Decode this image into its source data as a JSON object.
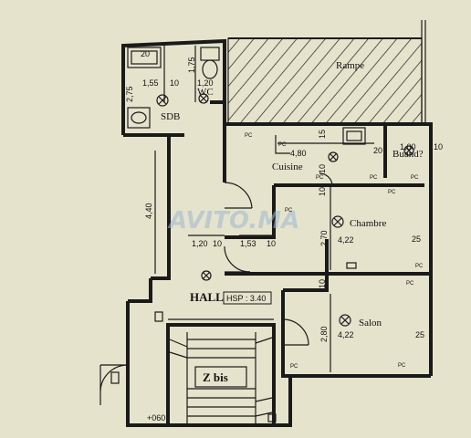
{
  "rooms": {
    "rampe": "Rampe",
    "sdb": "SDB",
    "wc": "WC",
    "cuisine": "Cuisine",
    "buanderie": "Buand?",
    "chambre": "Chambre",
    "hall": "HALL",
    "hsp": "HSP : 3.40",
    "salon": "Salon",
    "stairs": "Z bis"
  },
  "dimensions": {
    "sdb_20": "20",
    "sdb_155": "1,55",
    "sdb_10": "10",
    "sdb_275": "2,75",
    "wc_175": "1,75",
    "wc_120": "1,20",
    "cuisine_480": "4,80",
    "cuisine_15": "15",
    "cuisine_10": "10",
    "cuisine_20": "20",
    "buand_100": "1,00",
    "buand_10": "10",
    "hall_440": "4,40",
    "hall_120": "1,20",
    "hall_10a": "10",
    "hall_153": "1,53",
    "hall_10b": "10",
    "chambre_270": "2,70",
    "chambre_422": "4,22",
    "chambre_25": "25",
    "chambre_10": "10",
    "salon_280": "2,80",
    "salon_422": "4,22",
    "salon_25": "25",
    "salon_10": "10",
    "level": "+060"
  },
  "outlets": {
    "pc": "PC"
  },
  "watermark": {
    "text": "AVITO.MA"
  }
}
